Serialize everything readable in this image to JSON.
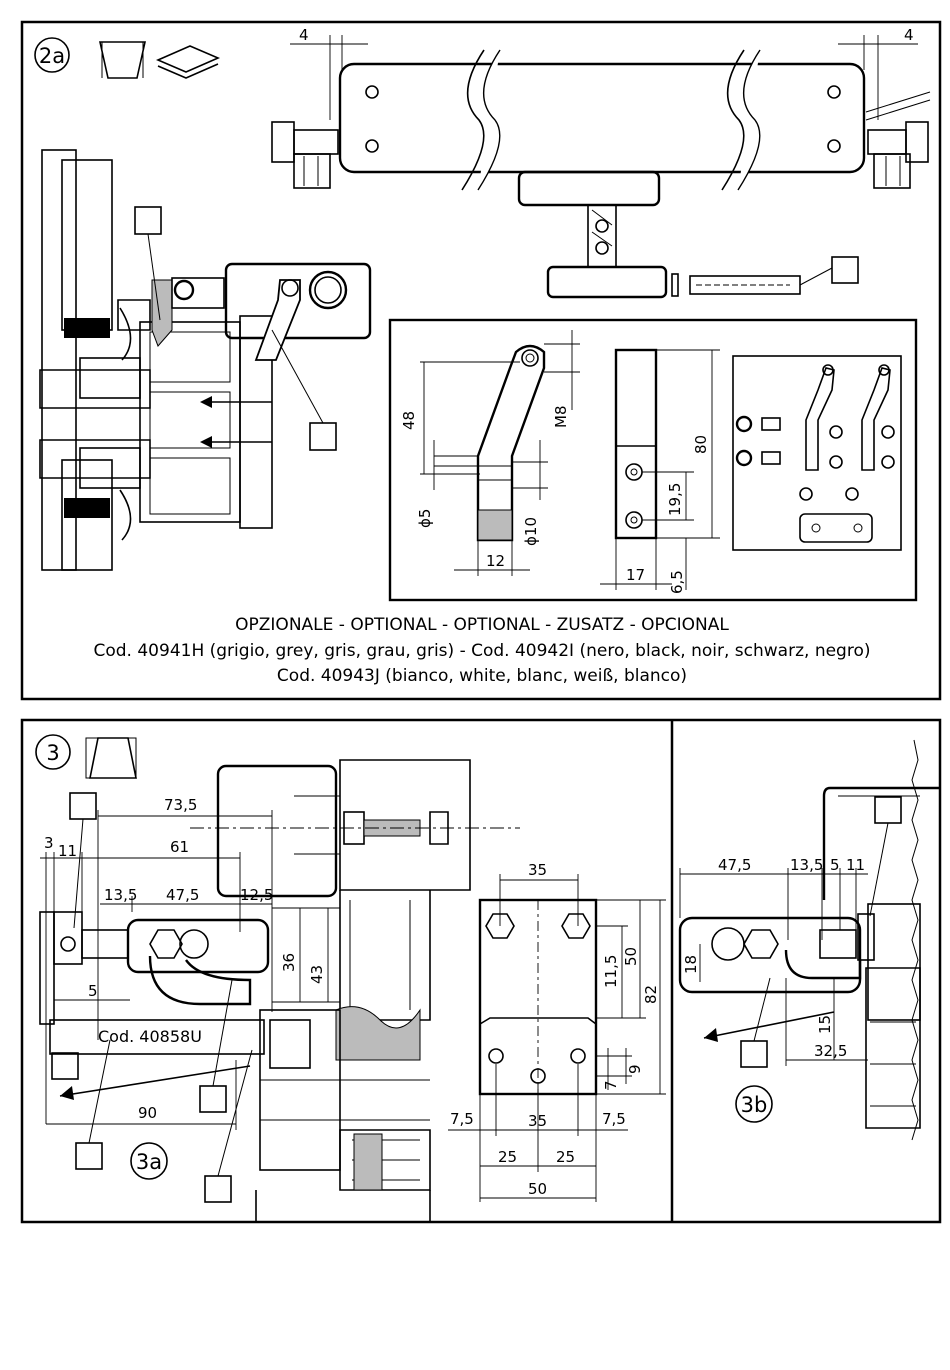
{
  "panel_2a": {
    "label": "2a",
    "dims": {
      "top_left_gap": "4",
      "top_right_gap": "4",
      "arm_height": "48",
      "arm_thread": "M8",
      "arm_hole_small": "ϕ5",
      "arm_hole_large": "ϕ10",
      "arm_width": "12",
      "plate_height": "80",
      "plate_hole_spacing": "19,5",
      "plate_width": "17",
      "plate_offset": "6,5"
    },
    "optional_line": "OPZIONALE - OPTIONAL - OPTIONAL - ZUSATZ - OPCIONAL",
    "code_line_1": "Cod. 40941H (grigio, grey, gris, grau, gris) - Cod. 40942I (nero, black, noir, schwarz, negro)",
    "code_line_2": "Cod. 40943J (bianco, white, blanc, weiß, blanco)"
  },
  "panel_3": {
    "label": "3",
    "sub_label_a": "3a",
    "sub_label_b": "3b",
    "code_label": "Cod. 40858U",
    "dims_3a": {
      "d_73_5": "73,5",
      "d_61": "61",
      "d_3": "3",
      "d_11": "11",
      "d_13_5": "13,5",
      "d_47_5": "47,5",
      "d_12_5": "12,5",
      "d_36": "36",
      "d_43": "43",
      "d_5": "5",
      "d_90": "90"
    },
    "dims_plate": {
      "top_35": "35",
      "d_11_5": "11,5",
      "d_50": "50",
      "d_82": "82",
      "d_7": "7",
      "d_9": "9",
      "left_7_5": "7,5",
      "mid_35": "35",
      "right_7_5": "7,5",
      "d_25a": "25",
      "d_25b": "25",
      "bottom_50": "50"
    },
    "dims_3b": {
      "d_47_5": "47,5",
      "d_13_5": "13,5",
      "d_5": "5",
      "d_11": "11",
      "d_18": "18",
      "d_15": "15",
      "d_32_5": "32,5"
    }
  }
}
